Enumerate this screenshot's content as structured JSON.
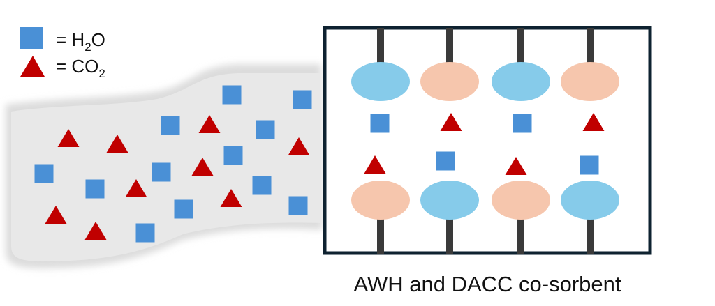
{
  "legend": {
    "items": [
      {
        "shape": "square",
        "label_prefix": "= H",
        "sub": "2",
        "label_suffix": "O",
        "molecule": "H2O"
      },
      {
        "shape": "triangle",
        "label_prefix": "= CO",
        "sub": "2",
        "label_suffix": "",
        "molecule": "CO2"
      }
    ]
  },
  "colors": {
    "h2o": "#4a90d6",
    "co2": "#c00000",
    "air_stream": "#e8e8e8",
    "ellipse_blue": "#86cbea",
    "ellipse_peach": "#f6c6ad",
    "frame": "#0e2230",
    "linker": "#3a3a3a"
  },
  "air_stream": {
    "molecules": [
      {
        "type": "h2o"
      },
      {
        "type": "h2o"
      },
      {
        "type": "h2o"
      },
      {
        "type": "h2o"
      },
      {
        "type": "h2o"
      },
      {
        "type": "h2o"
      },
      {
        "type": "h2o"
      },
      {
        "type": "h2o"
      },
      {
        "type": "h2o"
      },
      {
        "type": "h2o"
      },
      {
        "type": "h2o"
      },
      {
        "type": "h2o"
      },
      {
        "type": "co2"
      },
      {
        "type": "co2"
      },
      {
        "type": "co2"
      },
      {
        "type": "co2"
      },
      {
        "type": "co2"
      },
      {
        "type": "co2"
      },
      {
        "type": "co2"
      },
      {
        "type": "co2"
      },
      {
        "type": "co2"
      }
    ]
  },
  "sorbent": {
    "top_row": [
      "blue",
      "peach",
      "blue",
      "peach"
    ],
    "bottom_row": [
      "peach",
      "blue",
      "peach",
      "blue"
    ],
    "upper_guests": [
      "h2o",
      "co2",
      "h2o",
      "co2"
    ],
    "lower_guests": [
      "co2",
      "h2o",
      "co2",
      "h2o"
    ],
    "caption": "AWH and DACC co-sorbent"
  }
}
